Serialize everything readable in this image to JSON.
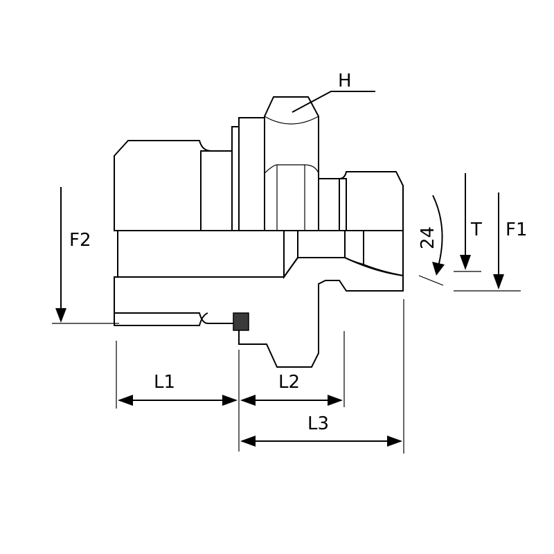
{
  "labels": {
    "hex": "H",
    "f2": "F2",
    "t": "T",
    "f1": "F1",
    "angle": "24",
    "l1": "L1",
    "l2": "L2",
    "l3": "L3"
  },
  "colors": {
    "steel_light": "#c8c8c8",
    "steel_mid": "#9a9a9a",
    "steel_dark": "#5e5e5e",
    "bore": "#b8b8b8"
  }
}
